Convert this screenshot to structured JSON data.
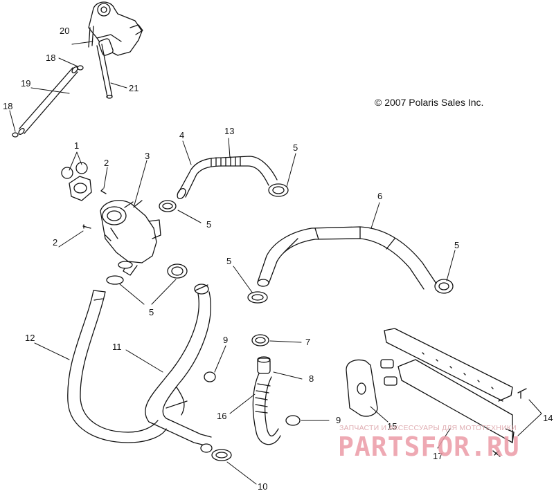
{
  "copyright": "© 2007 Polaris Sales Inc.",
  "watermark": {
    "caption": "ЗАПЧАСТИ И АКСЕССУАРЫ ДЛЯ МОТОТЕХНИКИ",
    "logo_text": "PARTSFOR.RU",
    "color": "#e8919c"
  },
  "callouts": {
    "c1": "1",
    "c2a": "2",
    "c2b": "2",
    "c3": "3",
    "c4": "4",
    "c5a": "5",
    "c5b": "5",
    "c5c": "5",
    "c5d": "5",
    "c5e": "5",
    "c6": "6",
    "c7": "7",
    "c8": "8",
    "c9a": "9",
    "c9b": "9",
    "c10": "10",
    "c11": "11",
    "c12": "12",
    "c13": "13",
    "c14": "14",
    "c15": "15",
    "c16": "16",
    "c17": "17",
    "c18a": "18",
    "c18b": "18",
    "c19": "19",
    "c20": "20",
    "c21": "21"
  },
  "colors": {
    "line": "#111111",
    "background": "#ffffff"
  }
}
